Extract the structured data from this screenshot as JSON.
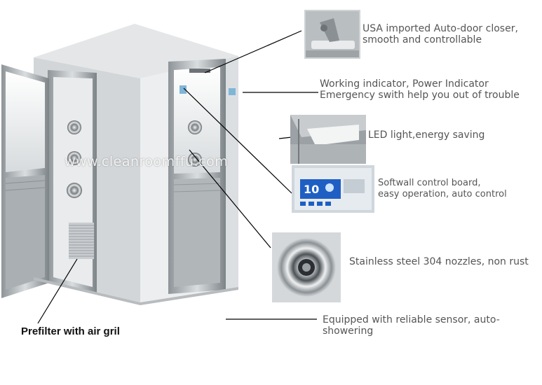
{
  "watermark": "www.cleanroomffu.com",
  "callouts": {
    "door_closer": "USA imported Auto-door closer,\nsmooth and controllable",
    "indicator": "Working indicator, Power Indicator\nEmergency swith help you out of trouble",
    "led": "LED light,energy saving",
    "control_board": "Softwall control board,\neasy operation, auto control",
    "nozzles": "Stainless steel 304 nozzles, non rust",
    "sensor": "Equipped with reliable sensor, auto-showering",
    "prefilter": "Prefilter with air gril"
  },
  "control_panel": {
    "display_value": "10"
  },
  "icons": [
    "door-closer-photo",
    "led-light-photo",
    "control-board-photo",
    "nozzle-photo",
    "air-shower-product-photo"
  ]
}
